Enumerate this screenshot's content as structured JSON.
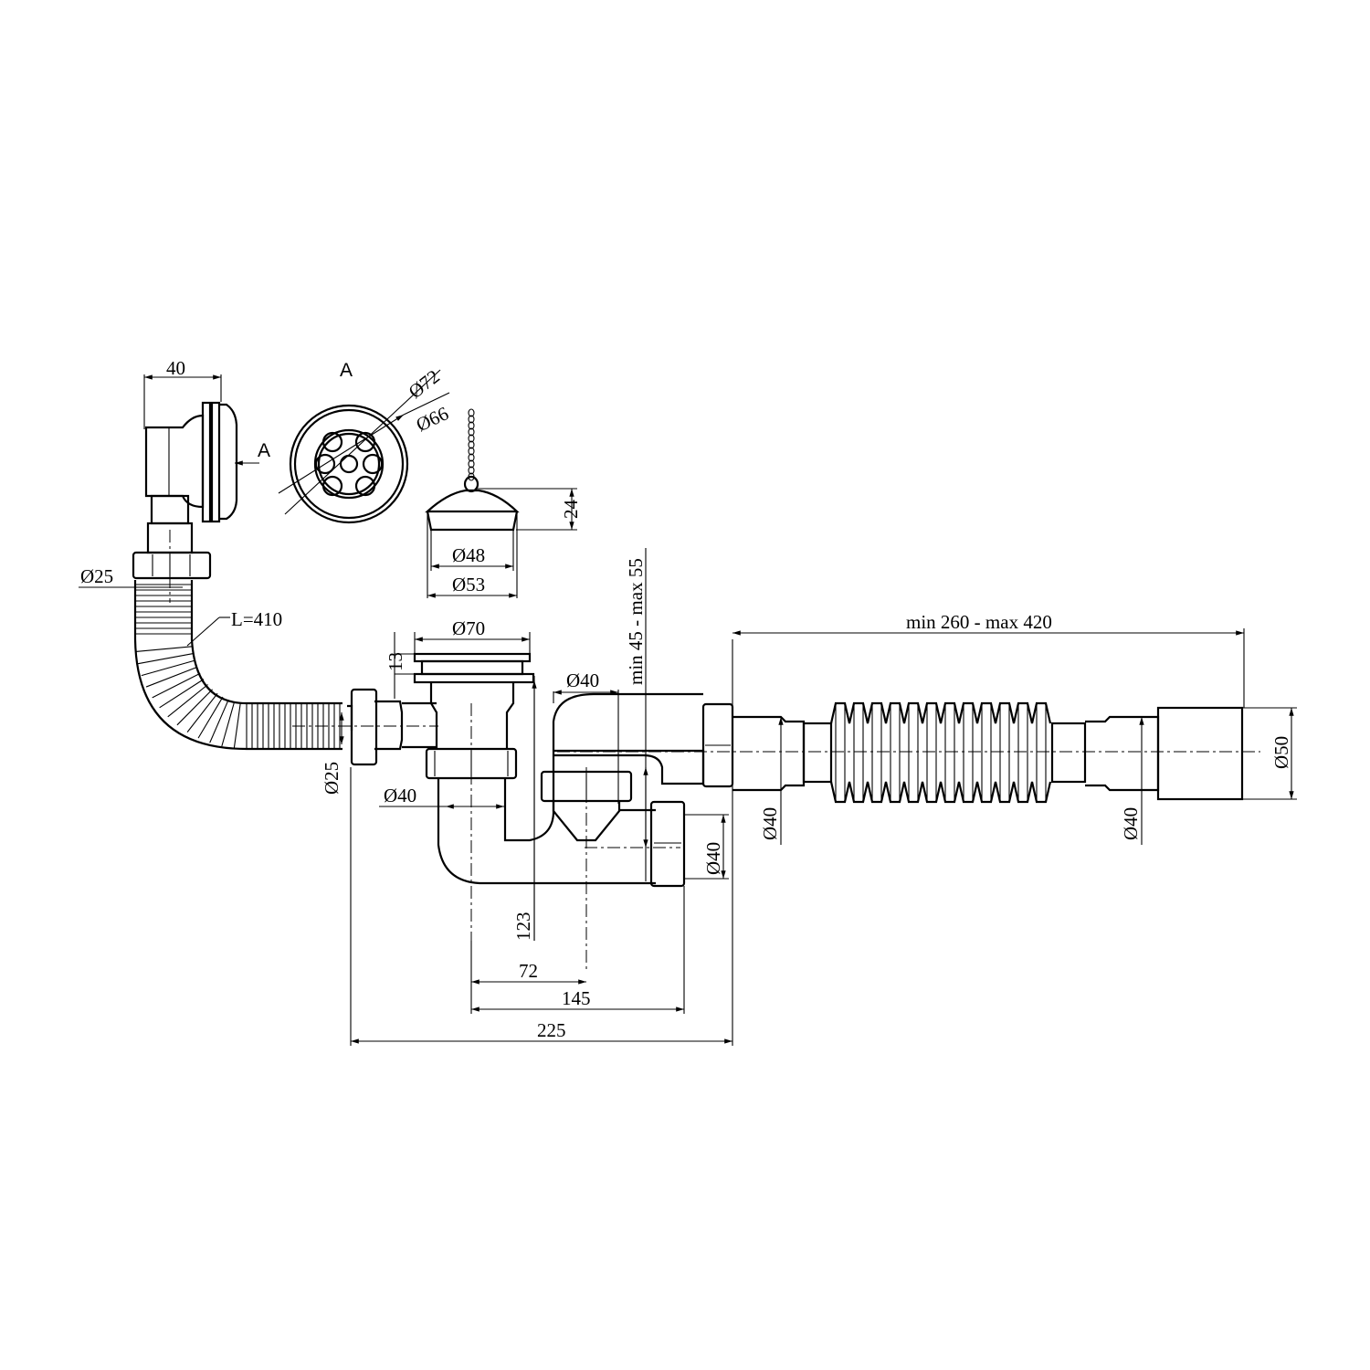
{
  "dimensions": {
    "overflow_depth": "40",
    "view_label": "A",
    "view_arrow_label": "A",
    "grate_outer": "Ø72",
    "grate_inner": "Ø66",
    "plug_height": "24",
    "plug_d48": "Ø48",
    "plug_d53": "Ø53",
    "overflow_outlet": "Ø25",
    "hose_length": "L=410",
    "drain_flange": "Ø70",
    "flange_height": "13",
    "inlet_d25": "Ø25",
    "drain_pipe": "Ø40",
    "trap_pipe": "Ø40",
    "height_range": "min 45 - max 55",
    "outlet_d40": "Ø40",
    "outlet_left_d40": "Ø40",
    "flex_length": "min 260 - max 420",
    "flex_d40": "Ø40",
    "end_d50": "Ø50",
    "height_123": "123",
    "offset_72": "72",
    "offset_145": "145",
    "total_225": "225"
  }
}
